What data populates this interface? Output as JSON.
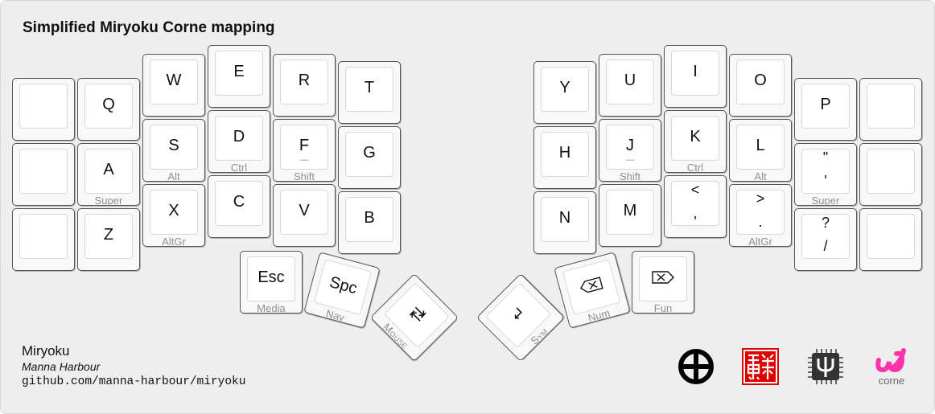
{
  "title": "Simplified Miryoku Corne mapping",
  "keys": {
    "l00": {
      "main": "",
      "sub": ""
    },
    "l01": {
      "main": "Q",
      "sub": ""
    },
    "l02": {
      "main": "W",
      "sub": ""
    },
    "l03": {
      "main": "E",
      "sub": ""
    },
    "l04": {
      "main": "R",
      "sub": ""
    },
    "l05": {
      "main": "T",
      "sub": ""
    },
    "l10": {
      "main": "",
      "sub": ""
    },
    "l11": {
      "main": "A",
      "sub": "Super"
    },
    "l12": {
      "main": "S",
      "sub": "Alt"
    },
    "l13": {
      "main": "D",
      "sub": "Ctrl"
    },
    "l14": {
      "main": "F",
      "sub": "Shift",
      "mark": "—"
    },
    "l15": {
      "main": "G",
      "sub": ""
    },
    "l20": {
      "main": "",
      "sub": ""
    },
    "l21": {
      "main": "Z",
      "sub": ""
    },
    "l22": {
      "main": "X",
      "sub": "AltGr"
    },
    "l23": {
      "main": "C",
      "sub": ""
    },
    "l24": {
      "main": "V",
      "sub": ""
    },
    "l25": {
      "main": "B",
      "sub": ""
    },
    "r00": {
      "main": "Y",
      "sub": ""
    },
    "r01": {
      "main": "U",
      "sub": ""
    },
    "r02": {
      "main": "I",
      "sub": ""
    },
    "r03": {
      "main": "O",
      "sub": ""
    },
    "r04": {
      "main": "P",
      "sub": ""
    },
    "r05": {
      "main": "",
      "sub": ""
    },
    "r10": {
      "main": "H",
      "sub": ""
    },
    "r11": {
      "main": "J",
      "sub": "Shift",
      "mark": "—"
    },
    "r12": {
      "main": "K",
      "sub": "Ctrl"
    },
    "r13": {
      "main": "L",
      "sub": "Alt"
    },
    "r14": {
      "top": "\"",
      "bottom": "'",
      "sub": "Super"
    },
    "r15": {
      "main": "",
      "sub": ""
    },
    "r20": {
      "main": "N",
      "sub": ""
    },
    "r21": {
      "main": "M",
      "sub": ""
    },
    "r22": {
      "top": "<",
      "bottom": ",",
      "sub": ""
    },
    "r23": {
      "top": ">",
      "bottom": ".",
      "sub": "AltGr"
    },
    "r24": {
      "top": "?",
      "bottom": "/",
      "sub": ""
    },
    "r25": {
      "main": "",
      "sub": ""
    },
    "lt1": {
      "main": "Esc",
      "sub": "Media"
    },
    "lt2": {
      "main": "Spc",
      "sub": "Nav"
    },
    "lt3": {
      "main": "tab-arrows-icon",
      "sub": "Mouse"
    },
    "rt1": {
      "main": "enter-icon",
      "sub": "Sym"
    },
    "rt2": {
      "main": "backspace-icon",
      "sub": "Num"
    },
    "rt3": {
      "main": "delete-icon",
      "sub": "Fun"
    }
  },
  "brand": {
    "name": "Miryoku",
    "author": "Manna Harbour",
    "url": "github.com/manna-harbour/miryoku"
  },
  "logos": [
    "miryoku-symbol-logo",
    "red-seal-logo",
    "qmk-chip-logo",
    "corne-logo"
  ],
  "logo_text": {
    "corne": "corne"
  },
  "colors": {
    "background": "#eeeeee",
    "key_border": "#555555",
    "sub_label": "#8f8f8f",
    "seal_red": "#e00000",
    "corne_pink": "#ff33aa",
    "chip_dark": "#333333"
  }
}
